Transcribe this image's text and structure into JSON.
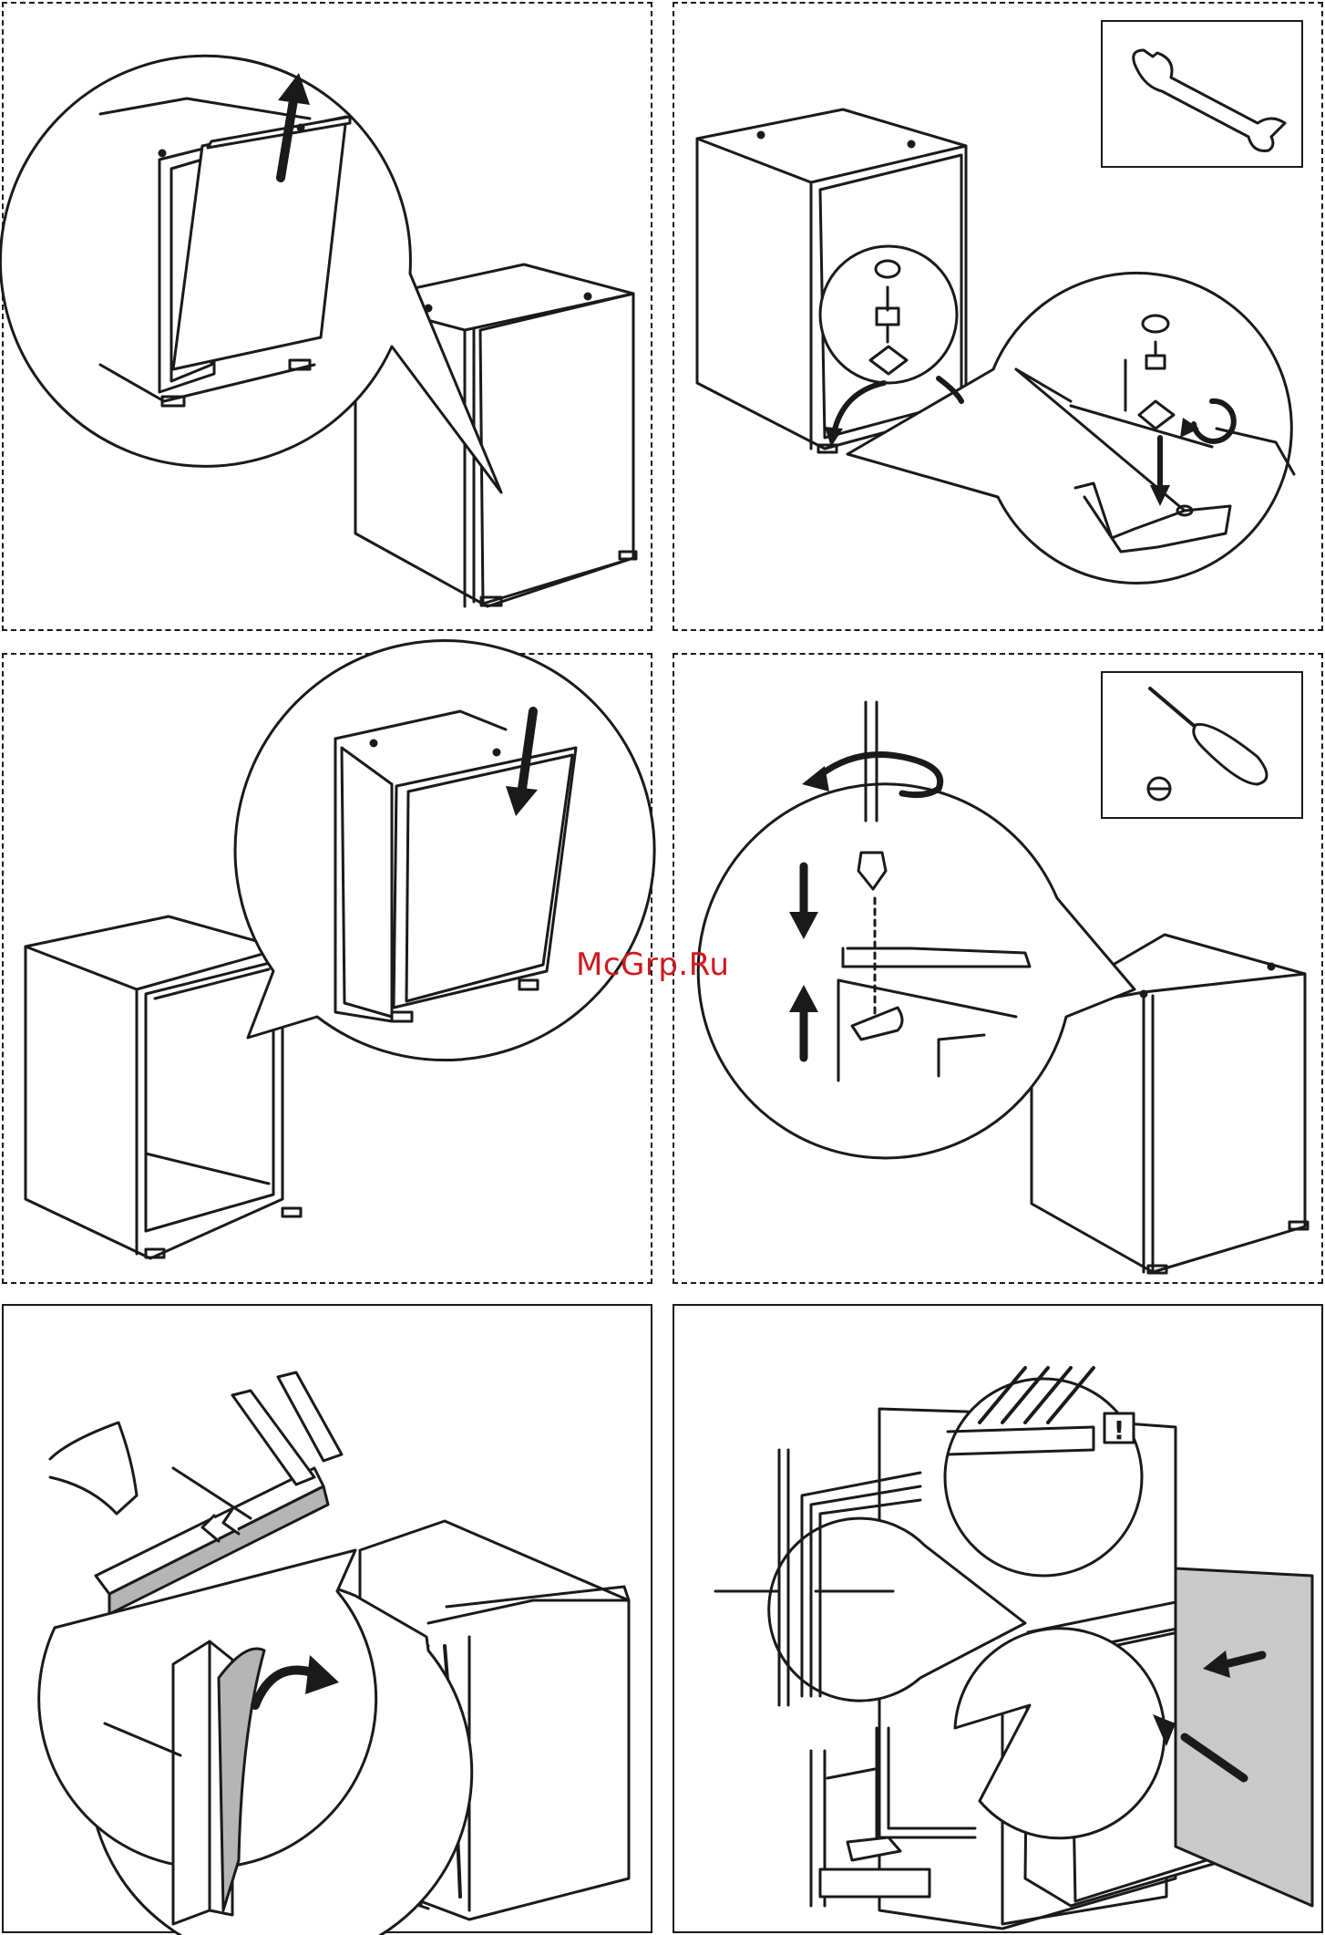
{
  "watermark": {
    "text": "McGrp.Ru",
    "color": "#d0191e"
  },
  "panels": [
    {
      "id": 1,
      "border": "dashed",
      "tool": ""
    },
    {
      "id": 2,
      "border": "dashed",
      "tool": "wrench-icon"
    },
    {
      "id": 3,
      "border": "dashed",
      "tool": ""
    },
    {
      "id": 4,
      "border": "dashed",
      "tool": "screwdriver-icon"
    },
    {
      "id": 5,
      "border": "solid",
      "tool": ""
    },
    {
      "id": 6,
      "border": "solid",
      "tool": ""
    }
  ],
  "line_color": "#1a1a1a",
  "seal_fill": "#b5b5b5"
}
